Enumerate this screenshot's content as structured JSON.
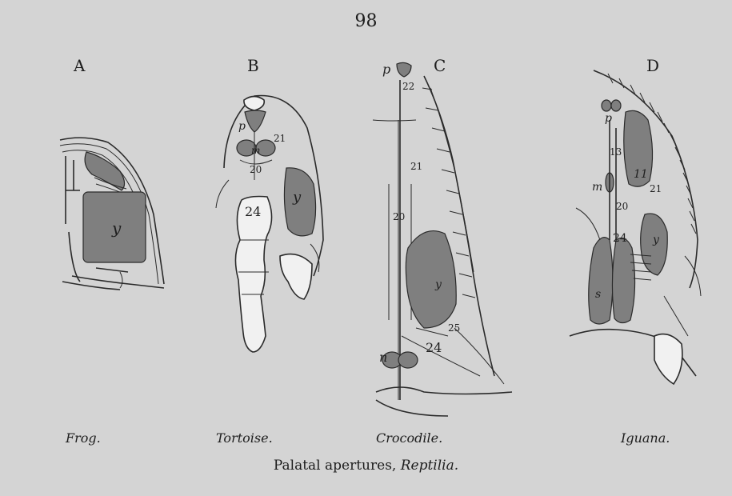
{
  "page_number": "98",
  "panels": [
    {
      "letter": "A",
      "caption": "Frog.",
      "labels": [
        "y"
      ]
    },
    {
      "letter": "B",
      "caption": "Tortoise.",
      "labels": [
        "p",
        "21",
        "m",
        "20",
        "y",
        "24"
      ]
    },
    {
      "letter": "C",
      "caption": "Crocodile.",
      "labels": [
        "p",
        "22",
        "21",
        "20",
        "y",
        "25",
        "n",
        "24"
      ]
    },
    {
      "letter": "D",
      "caption": "Iguana.",
      "labels": [
        "p",
        "13",
        "m",
        "11",
        "21",
        "20",
        "y",
        "24",
        "s"
      ]
    }
  ],
  "figure_title_prefix": "Palatal apertures, ",
  "figure_title_taxon": "Reptilia."
}
